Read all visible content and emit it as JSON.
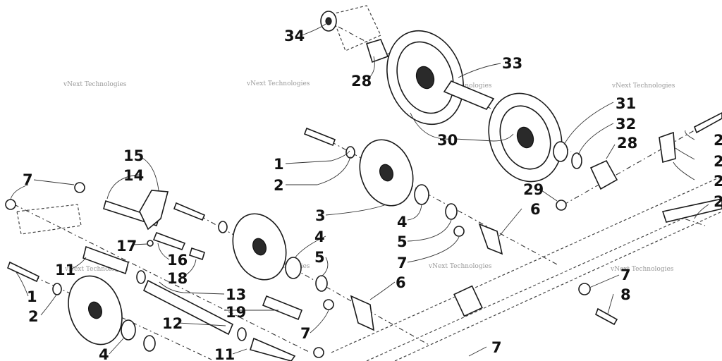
{
  "watermark_text": "vNext Technologies",
  "callouts": [
    {
      "id": "c-34",
      "text": "34"
    },
    {
      "id": "c-28a",
      "text": "28"
    },
    {
      "id": "c-33",
      "text": "33"
    },
    {
      "id": "c-30",
      "text": "30"
    },
    {
      "id": "c-31",
      "text": "31"
    },
    {
      "id": "c-32",
      "text": "32"
    },
    {
      "id": "c-28b",
      "text": "28"
    },
    {
      "id": "c-29",
      "text": "29"
    },
    {
      "id": "c-1a",
      "text": "1"
    },
    {
      "id": "c-2a",
      "text": "2"
    },
    {
      "id": "c-3",
      "text": "3"
    },
    {
      "id": "c-4a",
      "text": "4"
    },
    {
      "id": "c-5a",
      "text": "5"
    },
    {
      "id": "c-6a",
      "text": "6"
    },
    {
      "id": "c-7a",
      "text": "7"
    },
    {
      "id": "c-4b",
      "text": "4"
    },
    {
      "id": "c-5b",
      "text": "5"
    },
    {
      "id": "c-6b",
      "text": "6"
    },
    {
      "id": "c-7b",
      "text": "7"
    },
    {
      "id": "c-7c",
      "text": "7"
    },
    {
      "id": "c-8",
      "text": "8"
    },
    {
      "id": "c-15",
      "text": "15"
    },
    {
      "id": "c-14",
      "text": "14"
    },
    {
      "id": "c-7d",
      "text": "7"
    },
    {
      "id": "c-17",
      "text": "17"
    },
    {
      "id": "c-16",
      "text": "16"
    },
    {
      "id": "c-18",
      "text": "18"
    },
    {
      "id": "c-11a",
      "text": "11"
    },
    {
      "id": "c-1b",
      "text": "1"
    },
    {
      "id": "c-2b",
      "text": "2"
    },
    {
      "id": "c-13",
      "text": "13"
    },
    {
      "id": "c-19",
      "text": "19"
    },
    {
      "id": "c-12",
      "text": "12"
    },
    {
      "id": "c-4c",
      "text": "4"
    },
    {
      "id": "c-11b",
      "text": "11"
    },
    {
      "id": "c-7e",
      "text": "7"
    },
    {
      "id": "c-r1",
      "text": "2"
    },
    {
      "id": "c-r2",
      "text": "2"
    },
    {
      "id": "c-r3",
      "text": "2"
    },
    {
      "id": "c-r4",
      "text": "2"
    }
  ]
}
